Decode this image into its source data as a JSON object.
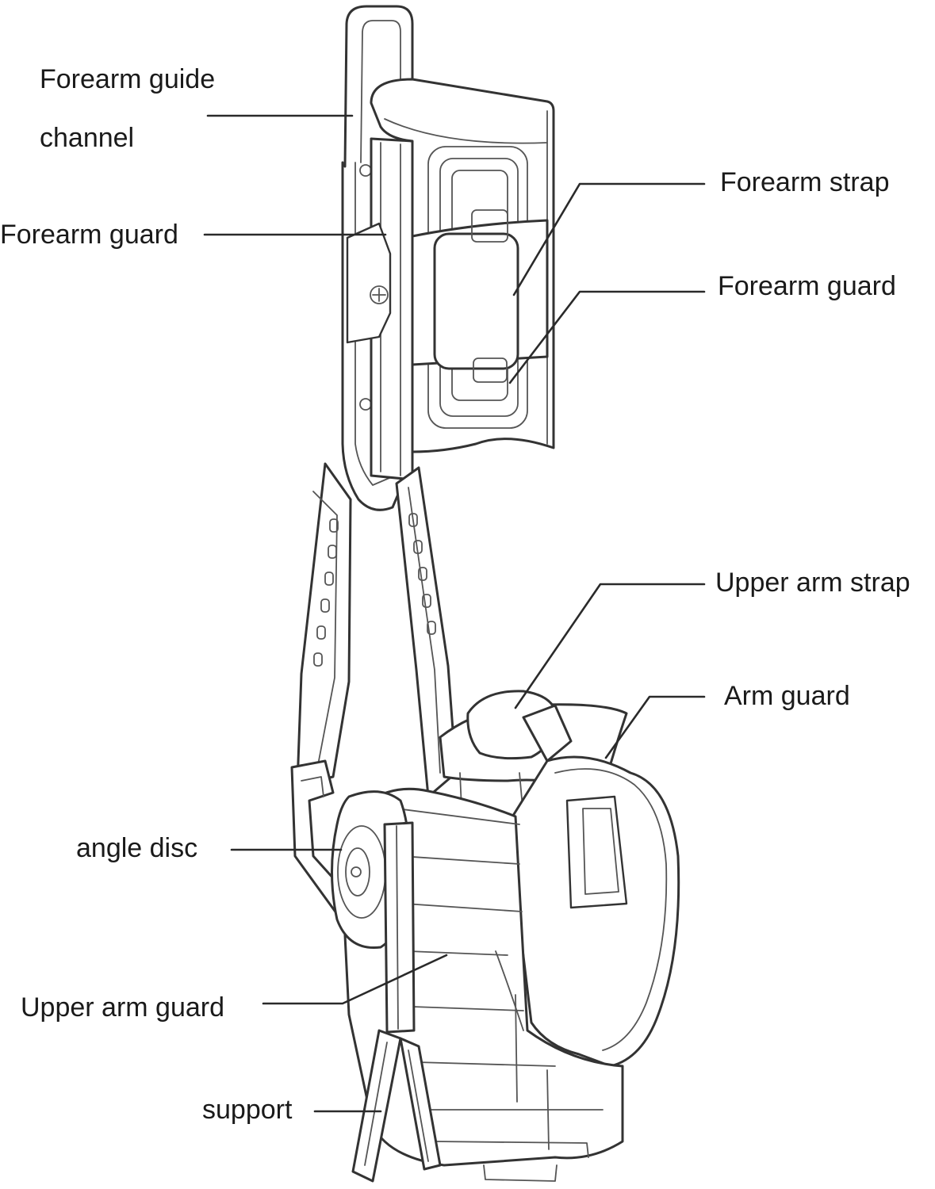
{
  "labels": {
    "forearm_guide_channel_1": "Forearm guide",
    "forearm_guide_channel_2": "channel",
    "forearm_guard_left": "Forearm guard",
    "forearm_strap": "Forearm strap",
    "forearm_guard_right": "Forearm guard",
    "upper_arm_strap": "Upper arm strap",
    "arm_guard": "Arm guard",
    "angle_disc": "angle disc",
    "upper_arm_guard": "Upper arm guard",
    "support": "support"
  },
  "colors": {
    "line": "#2a2a2a",
    "text": "#1a1a1a",
    "background": "#ffffff"
  }
}
